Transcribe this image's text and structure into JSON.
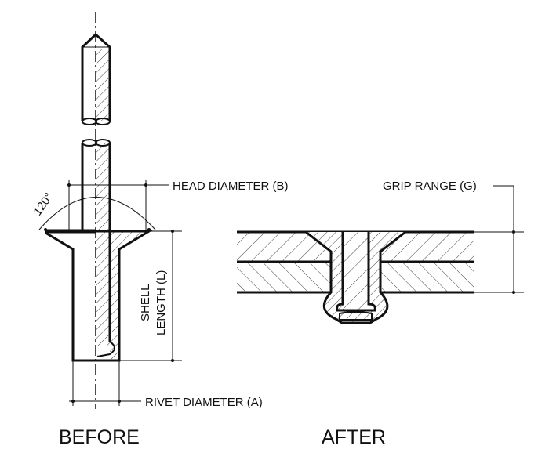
{
  "labels": {
    "head_diameter": "HEAD DIAMETER (B)",
    "angle": "120°",
    "shell_length_1": "SHELL",
    "shell_length_2": "LENGTH (L)",
    "rivet_diameter": "RIVET DIAMETER (A)",
    "grip_range": "GRIP RANGE (G)",
    "before": "BEFORE",
    "after": "AFTER"
  },
  "colors": {
    "ink": "#111111",
    "background": "#ffffff"
  }
}
